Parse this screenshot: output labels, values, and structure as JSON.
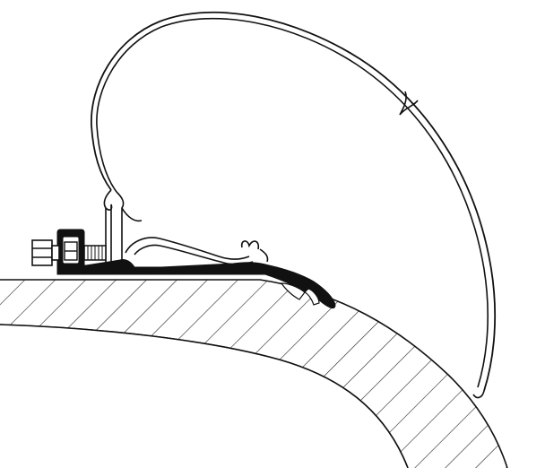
{
  "diagram": {
    "colors": {
      "background": "#ffffff",
      "stroke": "#111111",
      "adapter_fill": "#111111",
      "hatch": "#222222"
    },
    "parts": [
      "awning-housing",
      "mounting-bracket",
      "adapter-rail",
      "hex-bolt",
      "hex-nut",
      "vehicle-roof"
    ]
  }
}
